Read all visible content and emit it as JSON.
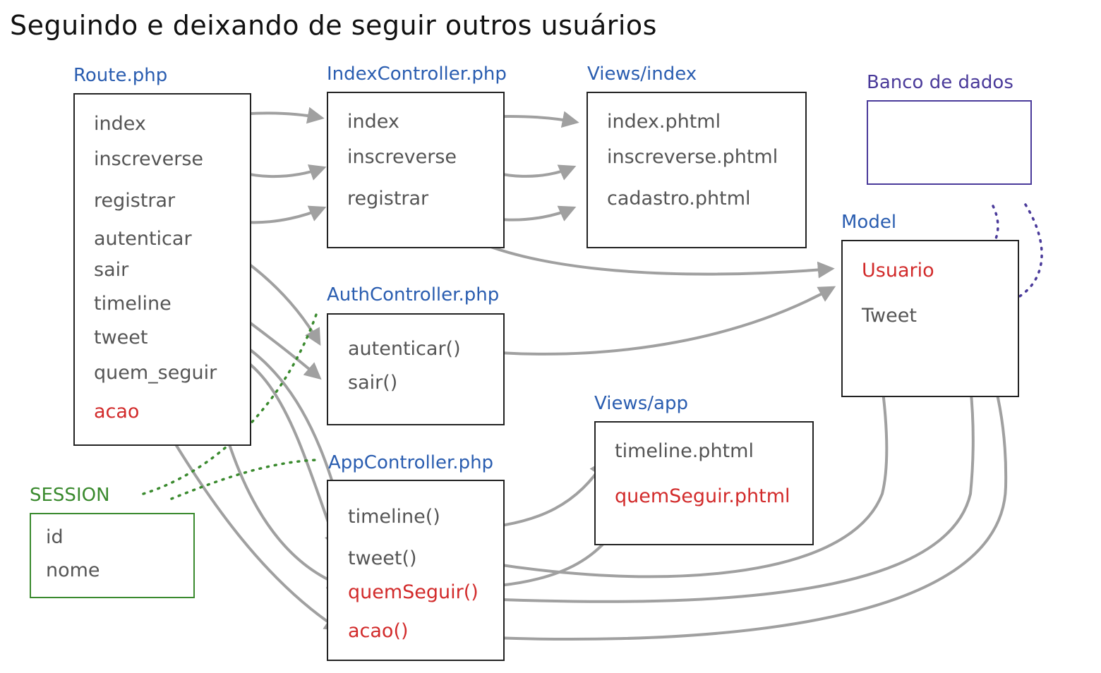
{
  "title": "Seguindo e deixando de seguir outros usuários",
  "route": {
    "label": "Route.php",
    "items": [
      "index",
      "inscreverse",
      "registrar",
      "autenticar",
      "sair",
      "timeline",
      "tweet",
      "quem_seguir",
      "acao"
    ]
  },
  "index_controller": {
    "label": "IndexController.php",
    "items": [
      "index",
      "inscreverse",
      "registrar"
    ]
  },
  "views_index": {
    "label": "Views/index",
    "items": [
      "index.phtml",
      "inscreverse.phtml",
      "cadastro.phtml"
    ]
  },
  "database": {
    "label": "Banco de dados"
  },
  "model": {
    "label": "Model",
    "items": [
      "Usuario",
      "Tweet"
    ]
  },
  "auth_controller": {
    "label": "AuthController.php",
    "items": [
      "autenticar()",
      "sair()"
    ]
  },
  "views_app": {
    "label": "Views/app",
    "items": [
      "timeline.phtml",
      "quemSeguir.phtml"
    ]
  },
  "app_controller": {
    "label": "AppController.php",
    "items": [
      "timeline()",
      "tweet()",
      "quemSeguir()",
      "acao()"
    ]
  },
  "session": {
    "label": "SESSION",
    "items": [
      "id",
      "nome"
    ]
  },
  "colors": {
    "label_blue": "#2a5db0",
    "highlight_red": "#d22b2b",
    "db_purple": "#4a3a9a",
    "session_green": "#3a8a2e",
    "arrow_gray": "#a0a0a0"
  }
}
